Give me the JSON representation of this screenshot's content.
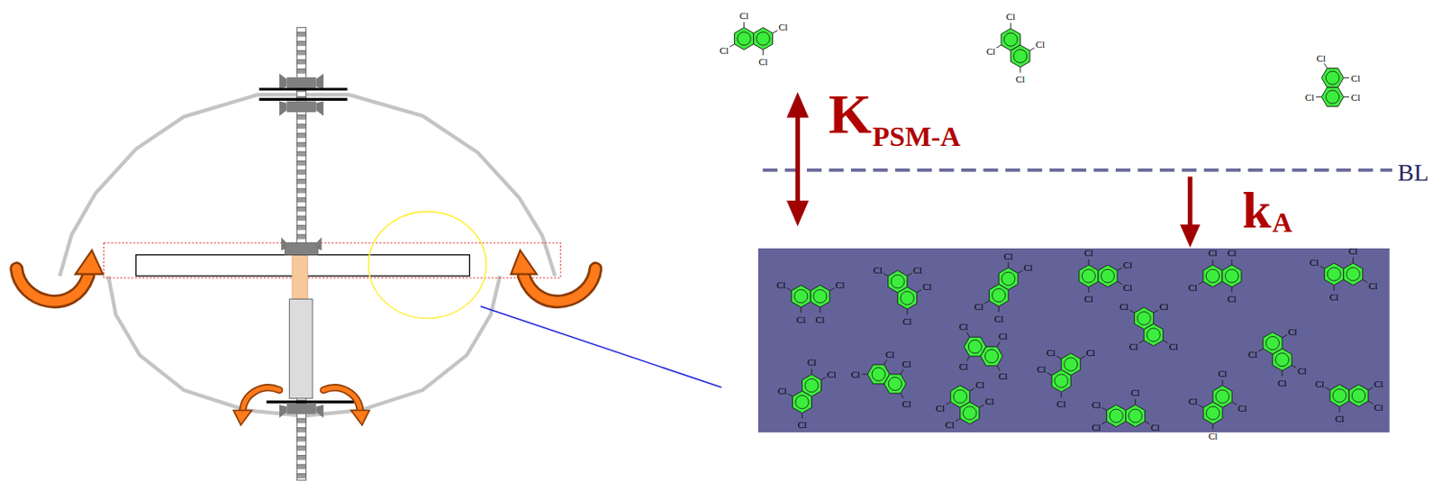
{
  "diagram": {
    "labels": [
      "K",
      "PSM-A",
      "BL",
      "k",
      "A",
      "Cl",
      "Cl",
      "Cl",
      "Cl",
      "Cl",
      "Cl",
      "Cl",
      "Cl",
      "Cl",
      "Cl",
      "Cl",
      "Cl",
      "Cl",
      "Cl",
      "Cl",
      "Cl",
      "Cl",
      "Cl",
      "Cl",
      "Cl",
      "Cl",
      "Cl",
      "Cl",
      "Cl",
      "Cl",
      "Cl",
      "Cl",
      "Cl",
      "Cl",
      "Cl",
      "Cl",
      "Cl",
      "Cl",
      "Cl",
      "Cl",
      "Cl",
      "Cl",
      "Cl",
      "Cl",
      "Cl",
      "Cl",
      "Cl",
      "Cl",
      "Cl",
      "Cl",
      "Cl",
      "Cl",
      "Cl",
      "Cl",
      "Cl",
      "Cl",
      "Cl",
      "Cl",
      "Cl",
      "Cl",
      "Cl",
      "Cl",
      "Cl",
      "Cl",
      "Cl",
      "Cl",
      "Cl",
      "Cl",
      "Cl",
      "Cl",
      "Cl",
      "Cl",
      "Cl",
      "Cl",
      "Cl",
      "Cl",
      "Cl",
      "Cl",
      "Cl",
      "Cl",
      "Cl"
    ]
  }
}
